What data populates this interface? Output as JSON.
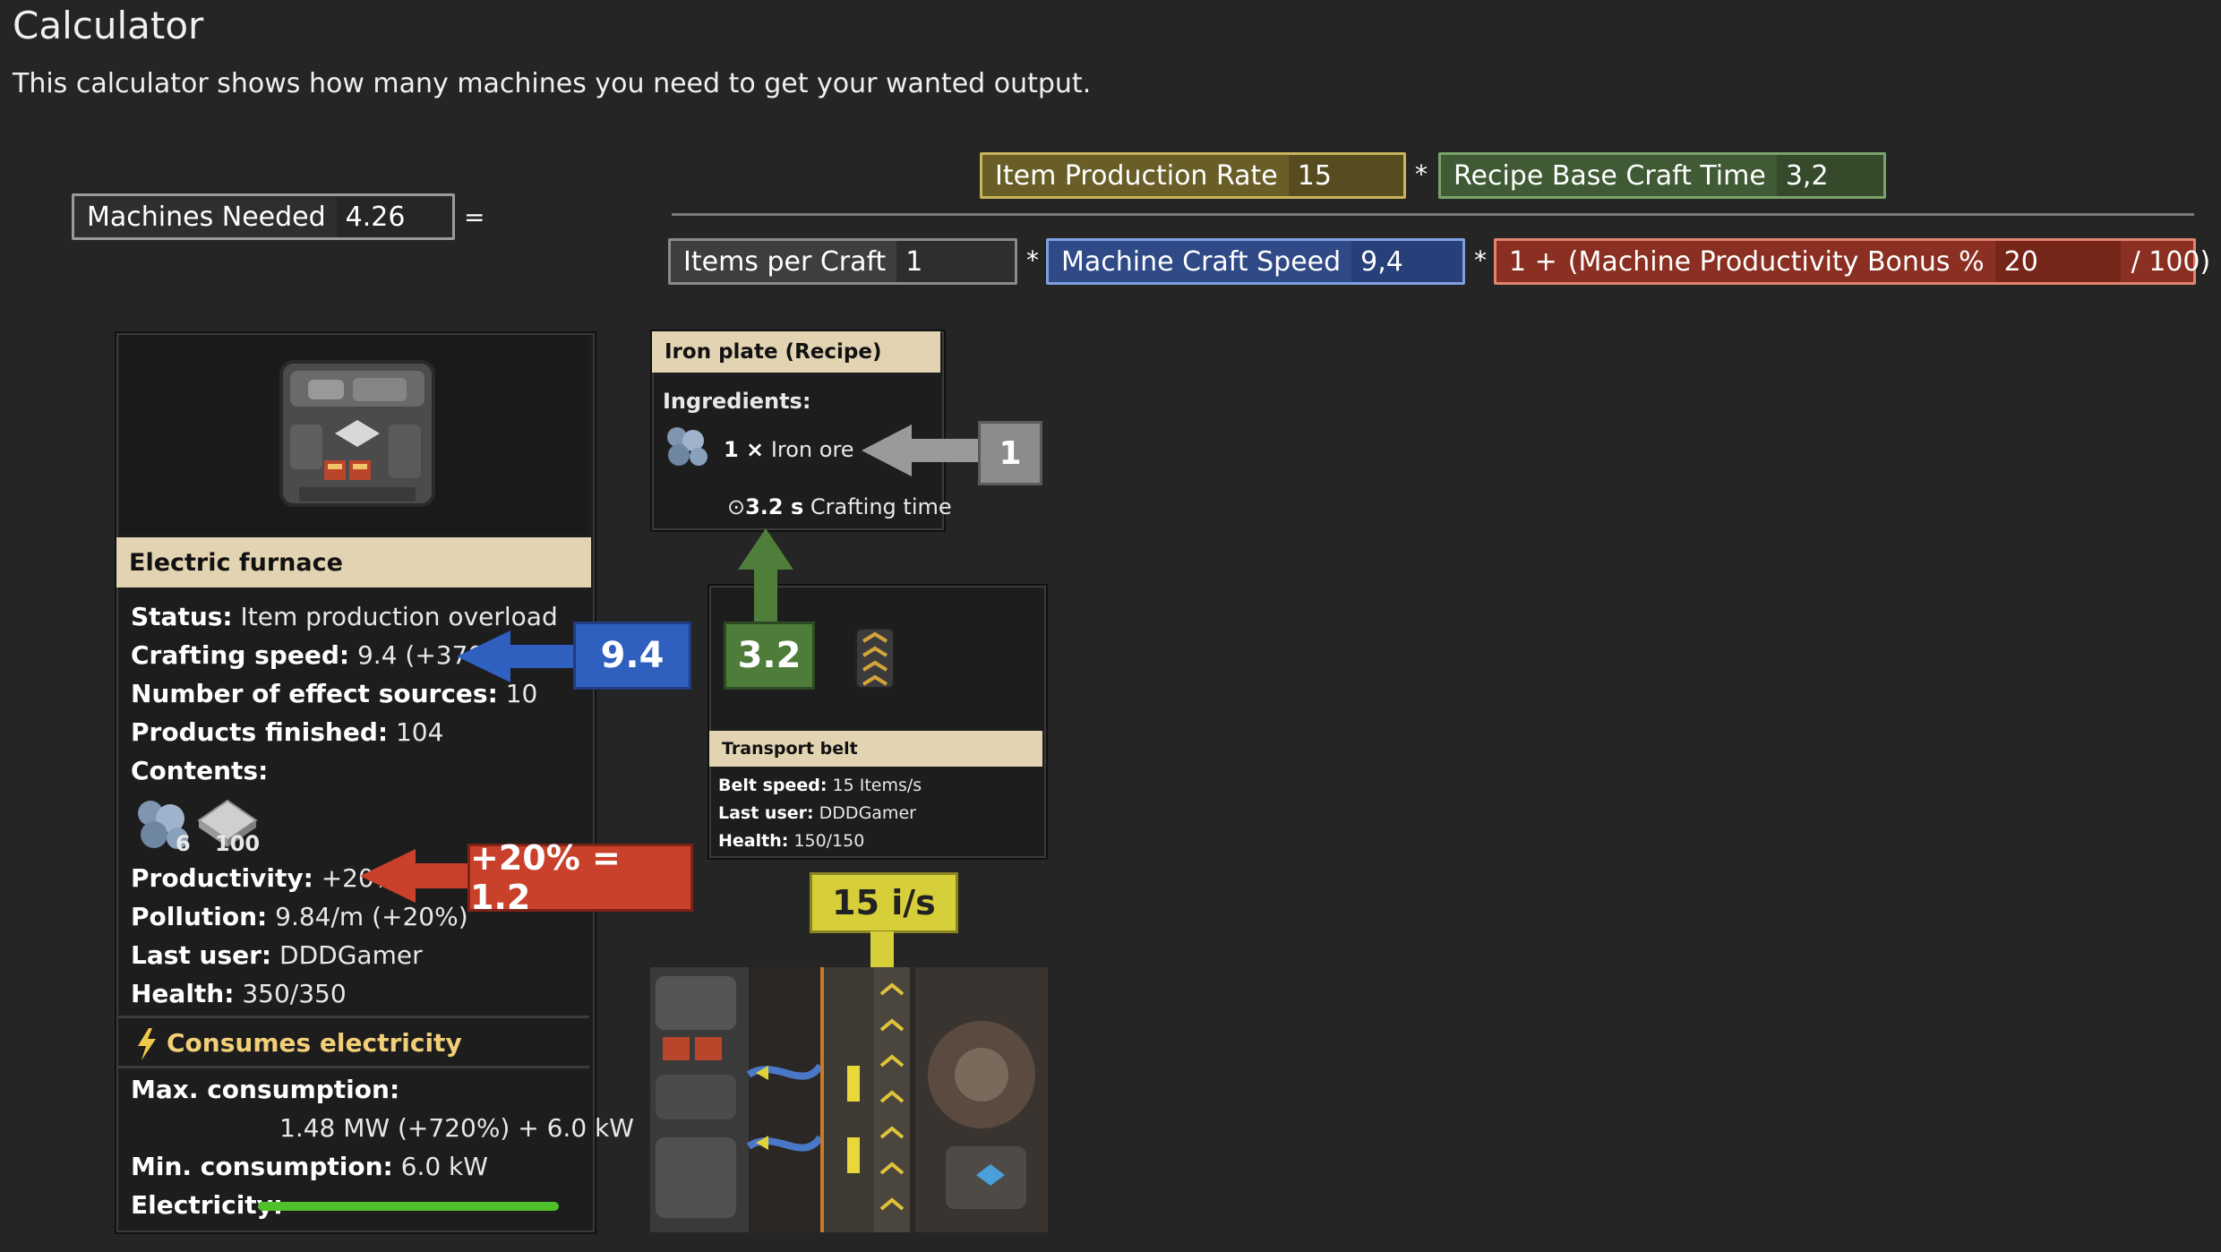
{
  "page": {
    "title": "Calculator",
    "description": "This calculator shows how many machines you need to get your wanted output."
  },
  "formula": {
    "machines_needed": {
      "label": "Machines Needed",
      "value": "4.26"
    },
    "equals": "=",
    "item_production_rate": {
      "label": "Item Production Rate",
      "value": "15"
    },
    "recipe_base_craft_time": {
      "label": "Recipe Base Craft Time",
      "value": "3,2"
    },
    "items_per_craft": {
      "label": "Items per Craft",
      "value": "1"
    },
    "machine_craft_speed": {
      "label": "Machine Craft Speed",
      "value": "9,4"
    },
    "productivity": {
      "prefix": "1 +",
      "label": "(Machine Productivity Bonus %",
      "value": "20",
      "suffix": "/ 100)"
    },
    "multiply": "*"
  },
  "furnace": {
    "name": "Electric furnace",
    "status": {
      "key": "Status:",
      "val": "Item production overload"
    },
    "crafting_speed": {
      "key": "Crafting speed:",
      "val": "9.4 (+370%)"
    },
    "effect_sources": {
      "key": "Number of effect sources:",
      "val": "10"
    },
    "products_finished": {
      "key": "Products finished:",
      "val": "104"
    },
    "contents_label": "Contents:",
    "contents": [
      {
        "icon": "iron-ore-icon",
        "count": "6"
      },
      {
        "icon": "iron-plate-icon",
        "count": "100"
      }
    ],
    "productivity": {
      "key": "Productivity:",
      "val": "+20%"
    },
    "pollution": {
      "key": "Pollution:",
      "val": "9.84/m (+20%)"
    },
    "last_user": {
      "key": "Last user:",
      "val": "DDDGamer"
    },
    "health": {
      "key": "Health:",
      "val": "350/350"
    },
    "consumes": "Consumes electricity",
    "max_consumption_label": "Max. consumption:",
    "max_consumption_value": "1.48 MW (+720%) + 6.0 kW",
    "min_consumption": {
      "key": "Min. consumption:",
      "val": "6.0 kW"
    },
    "electricity_label": "Electricity:",
    "electricity_level": 1.0
  },
  "recipe": {
    "title": "Iron plate (Recipe)",
    "ingredients_label": "Ingredients:",
    "ingredient_count": "1 ×",
    "ingredient_name": "Iron ore",
    "craft_time_value": "3.2 s",
    "craft_time_label": "Crafting time"
  },
  "belt": {
    "title": "Transport belt",
    "speed": {
      "key": "Belt speed:",
      "val": "15 Items/s"
    },
    "last_user": {
      "key": "Last user:",
      "val": "DDDGamer"
    },
    "health": {
      "key": "Health:",
      "val": "150/150"
    }
  },
  "callouts": {
    "items_per_craft": "1",
    "craft_time": "3.2",
    "craft_speed": "9.4",
    "productivity": "+20% = 1.2",
    "belt_rate": "15 i/s"
  },
  "colors": {
    "blue": "#2f5fbf",
    "green": "#4e7d3a",
    "red": "#c9412b",
    "yellow": "#d6cf3a",
    "gray": "#8c8c8c"
  }
}
